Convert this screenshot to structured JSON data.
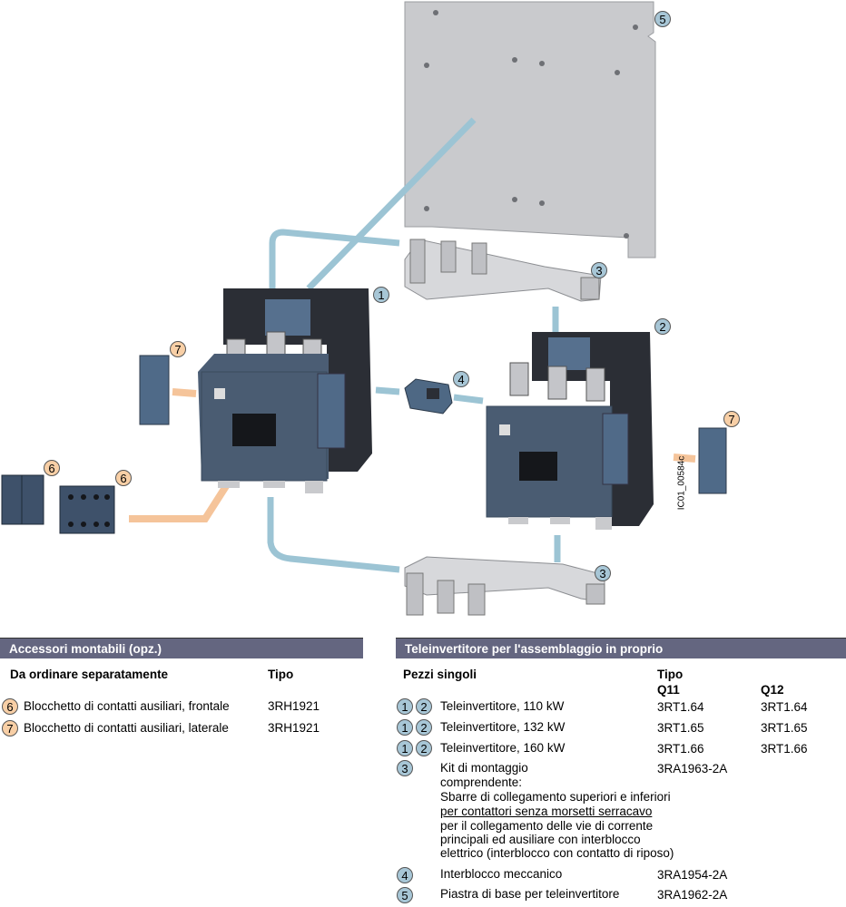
{
  "illustration": {
    "figure_id": "IC01_00584c",
    "callouts": [
      "1",
      "2",
      "3",
      "3",
      "4",
      "5",
      "6",
      "6",
      "7",
      "7"
    ],
    "colors": {
      "blue_callout": "#a7c6d6",
      "orange_callout": "#f8cfa6",
      "header": "#646680",
      "blue_path": "#9cc4d4",
      "orange_path": "#f5c49a"
    }
  },
  "left": {
    "header": "Accessori montabili (opz.)",
    "col_desc": "Da ordinare separatamente",
    "col_type": "Tipo",
    "rows": [
      {
        "num": "6",
        "desc": "Blocchetto di contatti ausiliari, frontale",
        "type": "3RH1921"
      },
      {
        "num": "7",
        "desc": "Blocchetto di contatti ausiliari, laterale",
        "type": "3RH1921"
      }
    ]
  },
  "right": {
    "header": "Teleinvertitore per l'assemblaggio in proprio",
    "col_desc": "Pezzi singoli",
    "col_type": "Tipo",
    "col_q11": "Q11",
    "col_q12": "Q12",
    "rows": [
      {
        "nums": [
          "1",
          "2"
        ],
        "desc": "Teleinvertitore, 110 kW",
        "q11": "3RT1.64",
        "q12": "3RT1.64"
      },
      {
        "nums": [
          "1",
          "2"
        ],
        "desc": "Teleinvertitore, 132 kW",
        "q11": "3RT1.65",
        "q12": "3RT1.65"
      },
      {
        "nums": [
          "1",
          "2"
        ],
        "desc": "Teleinvertitore, 160 kW",
        "q11": "3RT1.66",
        "q12": "3RT1.66"
      }
    ],
    "kit": {
      "num": "3",
      "lines": [
        "Kit di montaggio",
        "comprendente:",
        "Sbarre di collegamento superiori e inferiori"
      ],
      "underlined": "per contattori senza morsetti serracavo",
      "lines2": [
        "per il collegamento delle vie di corrente",
        "principali ed ausiliare con interblocco",
        "elettrico (interblocco con contatto di riposo)"
      ],
      "type": "3RA1963-2A"
    },
    "interlock": {
      "num": "4",
      "desc": "Interblocco meccanico",
      "type": "3RA1954-2A"
    },
    "plate": {
      "num": "5",
      "desc": "Piastra di base per teleinvertitore",
      "type": "3RA1962-2A"
    }
  }
}
